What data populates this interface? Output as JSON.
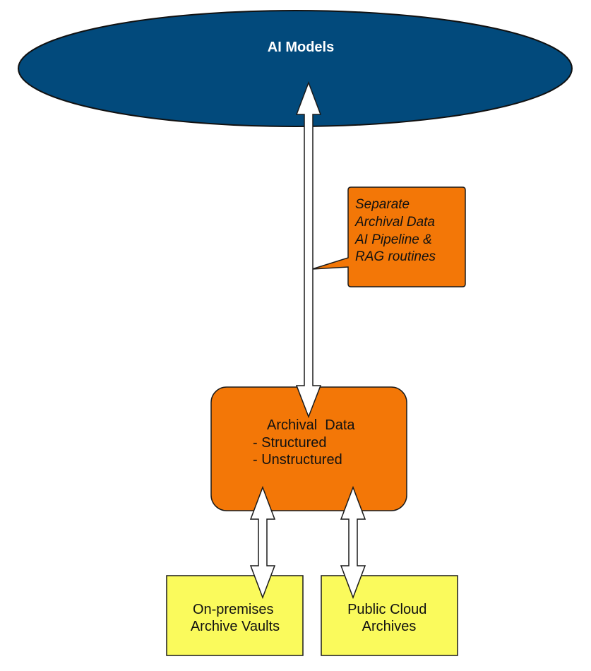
{
  "nodes": {
    "ai_models": {
      "label": "AI Models",
      "fill": "#024a7c",
      "text_color": "#ffffff"
    },
    "archival_data": {
      "lines": [
        "Archival  Data",
        "- Structured",
        "- Unstructured"
      ],
      "fill": "#f37707"
    },
    "on_premises": {
      "lines": [
        "On-premises",
        "Archive Vaults"
      ],
      "fill": "#fafa5c"
    },
    "public_cloud": {
      "lines": [
        "Public Cloud",
        "Archives"
      ],
      "fill": "#fafa5c"
    }
  },
  "callout": {
    "lines": [
      "Separate",
      "Archival Data",
      "AI Pipeline &",
      "RAG routines"
    ],
    "fill": "#f37707"
  },
  "connectors": [
    {
      "from": "AI Models",
      "to": "Archival  Data",
      "style": "double-arrow"
    },
    {
      "from": "Archival  Data",
      "to": "On-premises",
      "style": "double-arrow"
    },
    {
      "from": "Archival  Data",
      "to": "Public Cloud",
      "style": "double-arrow"
    }
  ]
}
